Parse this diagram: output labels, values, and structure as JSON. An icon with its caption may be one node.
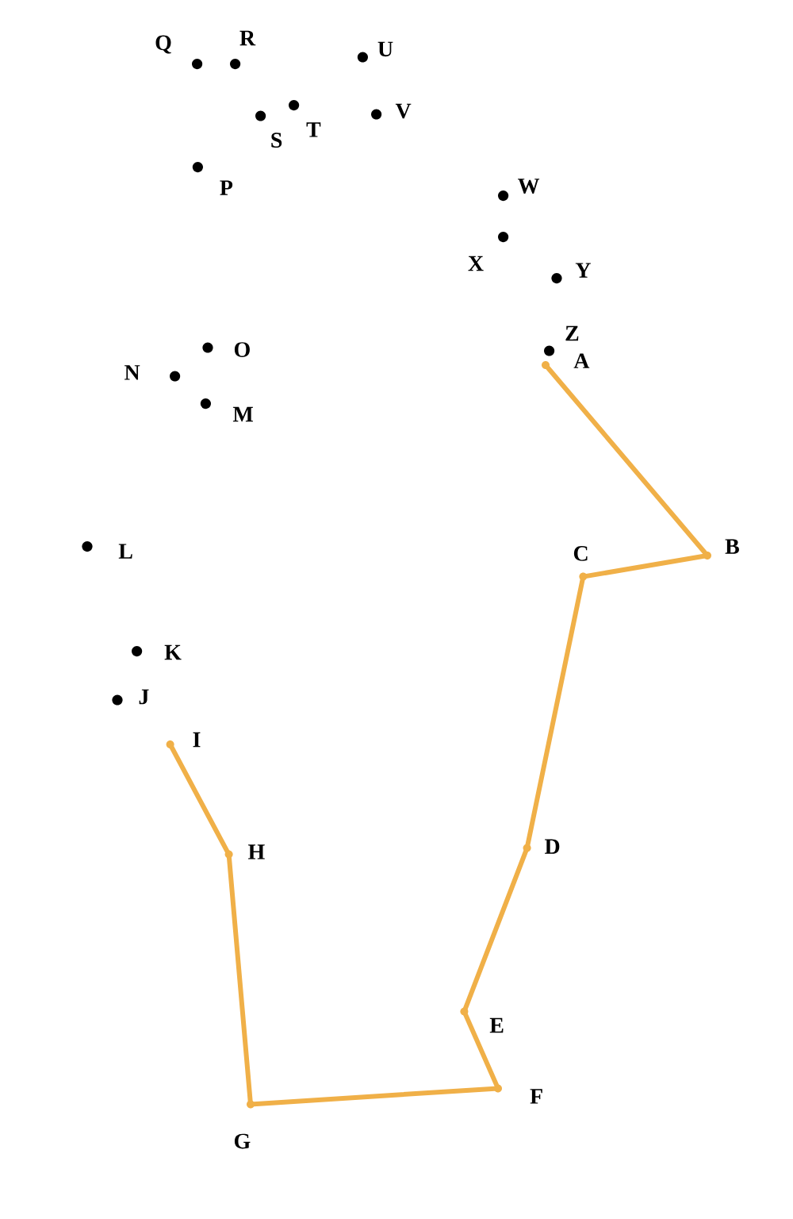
{
  "diagram": {
    "nodes": [
      {
        "text": [],
        "shape": "circle",
        "beside": [
          "A"
        ]
      },
      {
        "text": [],
        "shape": "circle",
        "beside": [
          "B"
        ]
      },
      {
        "text": [],
        "shape": "circle",
        "beside": [
          "C"
        ]
      },
      {
        "text": [],
        "shape": "circle",
        "beside": [
          "D"
        ]
      },
      {
        "text": [],
        "shape": "circle",
        "beside": [
          "E"
        ]
      },
      {
        "text": [],
        "shape": "circle",
        "beside": [
          "F"
        ]
      },
      {
        "text": [],
        "shape": "circle",
        "beside": [
          "G"
        ]
      },
      {
        "text": [],
        "shape": "circle",
        "beside": [
          "H"
        ]
      },
      {
        "text": [],
        "shape": "circle",
        "beside": [
          "I"
        ]
      },
      {
        "text": [],
        "shape": "circle",
        "beside": [
          "J"
        ]
      },
      {
        "text": [],
        "shape": "circle",
        "beside": [
          "K"
        ]
      },
      {
        "text": [],
        "shape": "circle",
        "beside": [
          "L"
        ]
      },
      {
        "text": [],
        "shape": "circle",
        "beside": [
          "M"
        ]
      },
      {
        "text": [],
        "shape": "circle",
        "beside": [
          "N"
        ]
      },
      {
        "text": [],
        "shape": "circle",
        "beside": [
          "O"
        ]
      },
      {
        "text": [],
        "shape": "circle",
        "beside": [
          "P"
        ]
      },
      {
        "text": [],
        "shape": "circle",
        "beside": [
          "Q"
        ]
      },
      {
        "text": [],
        "shape": "circle",
        "beside": [
          "R"
        ]
      },
      {
        "text": [],
        "shape": "circle",
        "beside": [
          "S"
        ]
      },
      {
        "text": [],
        "shape": "circle",
        "beside": [
          "T"
        ]
      },
      {
        "text": [],
        "shape": "circle",
        "beside": [
          "U"
        ]
      },
      {
        "text": [],
        "shape": "circle",
        "beside": [
          "V"
        ]
      },
      {
        "text": [],
        "shape": "circle",
        "beside": [
          "W"
        ]
      },
      {
        "text": [],
        "shape": "circle",
        "beside": [
          "X"
        ]
      },
      {
        "text": [],
        "shape": "circle",
        "beside": [
          "Y"
        ]
      },
      {
        "text": [],
        "shape": "circle",
        "beside": [
          "Z"
        ]
      }
    ],
    "edges": [
      {
        "from": 0,
        "to": 1,
        "arrow": "none"
      },
      {
        "from": 1,
        "to": 2,
        "arrow": "none"
      },
      {
        "from": 2,
        "to": 3,
        "arrow": "none"
      },
      {
        "from": 3,
        "to": 4,
        "arrow": "none"
      },
      {
        "from": 4,
        "to": 5,
        "arrow": "none"
      },
      {
        "from": 5,
        "to": 6,
        "arrow": "none"
      },
      {
        "from": 6,
        "to": 7,
        "arrow": "none"
      },
      {
        "from": 7,
        "to": 8,
        "arrow": "none"
      }
    ]
  }
}
